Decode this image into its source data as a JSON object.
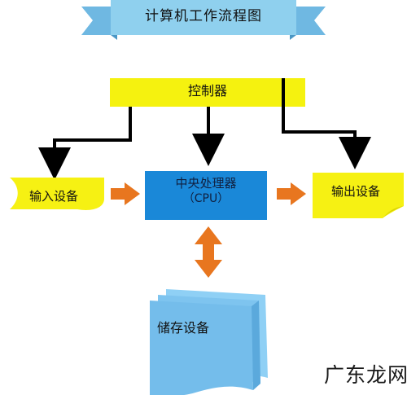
{
  "diagram": {
    "title": "计算机工作流程图",
    "controller": "控制器",
    "cpu": {
      "line1": "中央处理器",
      "line2": "（CPU）"
    },
    "input_device": "输入设备",
    "output_device": "输出设备",
    "storage_device": "储存设备",
    "corner_logo_text": "广东龙网"
  },
  "colors": {
    "banner": "#8fd0ee",
    "banner_dark": "#5aaed6",
    "controller": "#f5f20f",
    "cpu": "#1a88d8",
    "io_shape": "#f6f113",
    "storage": "#7ec4ef",
    "orange_arrow": "#e8761f",
    "black_arrow": "#000000"
  },
  "icons": {
    "orange_arrow": "orange-arrow-icon",
    "black_arrow": "black-arrow-icon"
  }
}
